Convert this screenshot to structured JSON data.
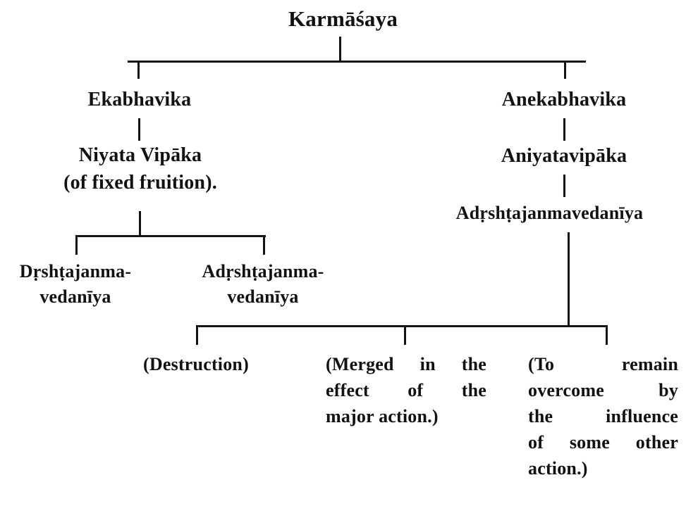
{
  "diagram": {
    "title": "Karmāśaya",
    "root": {
      "label": "Karmāśaya"
    },
    "branches": {
      "left": {
        "level1": "Ekabhavika",
        "level2_line1": "Niyata Vipāka",
        "level2_line2": "(of fixed fruition).",
        "children": [
          {
            "line1": "Dṛshṭajanma-",
            "line2": "vedanīya"
          },
          {
            "line1": "Adṛshṭajanma-",
            "line2": "vedanīya"
          }
        ]
      },
      "right": {
        "level1": "Anekabhavika",
        "level2": "Aniyatavipāka",
        "level3": "Adṛshṭajanmavedanīya"
      }
    },
    "outcomes": [
      {
        "name": "destruction",
        "line1": "(Destruction)",
        "line2": "",
        "line3": "",
        "line4": "",
        "line5": ""
      },
      {
        "name": "merged-in-major-action",
        "line1": "(Merged in the",
        "line2": "effect of the",
        "line3": "major action.)",
        "line4": "",
        "line5": ""
      },
      {
        "name": "overcome-by-other-action",
        "line1": "(To remain",
        "line2": "overcome by",
        "line3": "the influence",
        "line4": "of some other",
        "line5": "action.)"
      }
    ]
  },
  "colors": {
    "ink": "#131313",
    "paper": "#ffffff"
  }
}
